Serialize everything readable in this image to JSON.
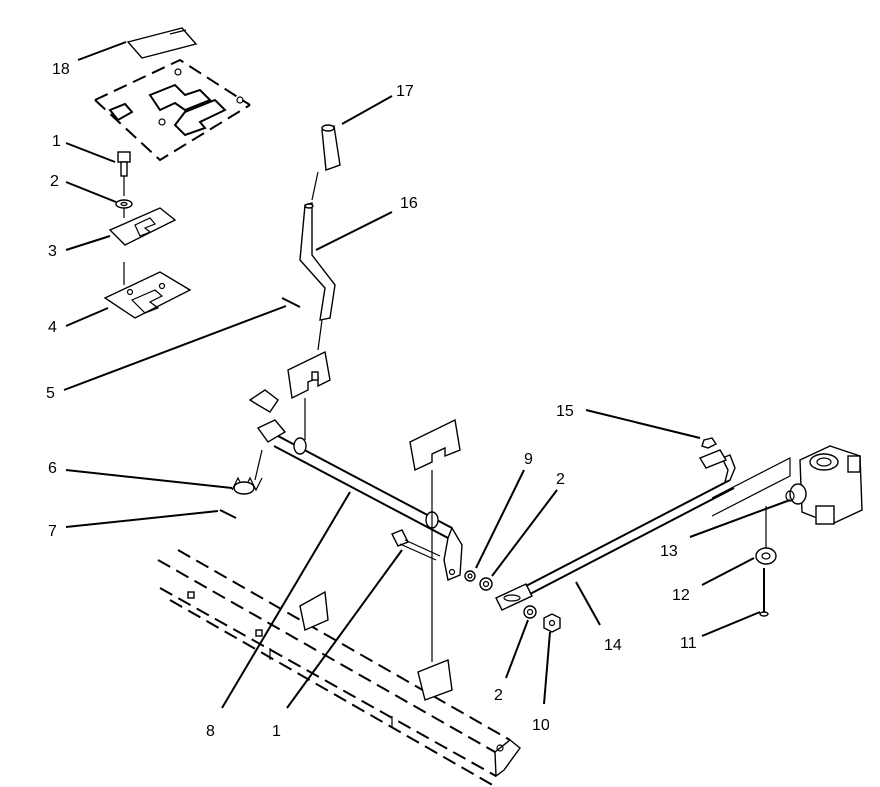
{
  "callouts": [
    {
      "id": "c18",
      "label": "18"
    },
    {
      "id": "c1a",
      "label": "1"
    },
    {
      "id": "c2a",
      "label": "2"
    },
    {
      "id": "c3",
      "label": "3"
    },
    {
      "id": "c4",
      "label": "4"
    },
    {
      "id": "c5",
      "label": "5"
    },
    {
      "id": "c6",
      "label": "6"
    },
    {
      "id": "c7",
      "label": "7"
    },
    {
      "id": "c17",
      "label": "17"
    },
    {
      "id": "c16",
      "label": "16"
    },
    {
      "id": "c8",
      "label": "8"
    },
    {
      "id": "c1b",
      "label": "1"
    },
    {
      "id": "c9",
      "label": "9"
    },
    {
      "id": "c2b",
      "label": "2"
    },
    {
      "id": "c2c",
      "label": "2"
    },
    {
      "id": "c10",
      "label": "10"
    },
    {
      "id": "c14",
      "label": "14"
    },
    {
      "id": "c15",
      "label": "15"
    },
    {
      "id": "c13",
      "label": "13"
    },
    {
      "id": "c12",
      "label": "12"
    },
    {
      "id": "c11",
      "label": "11"
    }
  ]
}
